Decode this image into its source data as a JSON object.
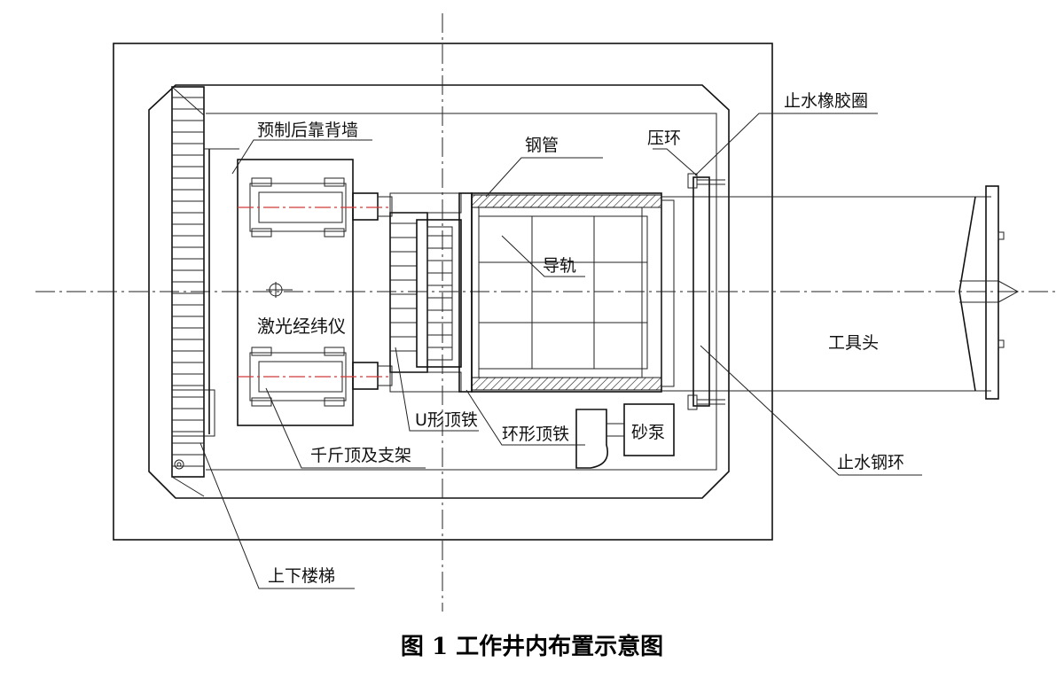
{
  "labels": {
    "rear_wall": "预制后靠背墙",
    "steel_pipe": "钢管",
    "pressure_ring": "压环",
    "rubber_seal": "止水橡胶圈",
    "guide_rail": "导轨",
    "laser_theodolite": "激光经纬仪",
    "tool_head": "工具头",
    "u_jack_iron": "U形顶铁",
    "ring_jack_iron": "环形顶铁",
    "sand_pump": "砂泵",
    "jack_and_frame": "千斤顶及支架",
    "stairs": "上下楼梯",
    "water_stop_ring": "止水钢环"
  },
  "caption": "图 1  工作井内布置示意图"
}
